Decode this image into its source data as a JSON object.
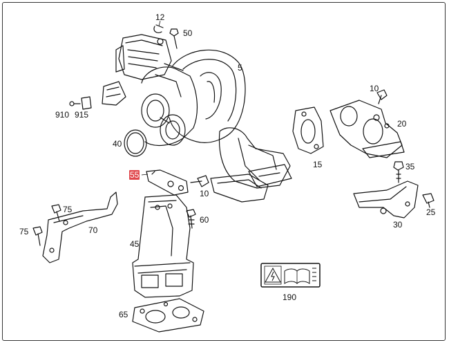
{
  "diagram": {
    "highlight_color": "#e0474c",
    "callouts": {
      "c12": "12",
      "c50": "50",
      "c5": "5",
      "c10a": "10",
      "c910": "910",
      "c915": "915",
      "c20": "20",
      "c40": "40",
      "c15": "15",
      "c35": "35",
      "c55": "55",
      "c10b": "10",
      "c75a": "75",
      "c75b": "75",
      "c70": "70",
      "c60": "60",
      "c25": "25",
      "c30": "30",
      "c45": "45",
      "c190": "190",
      "c65": "65"
    }
  }
}
